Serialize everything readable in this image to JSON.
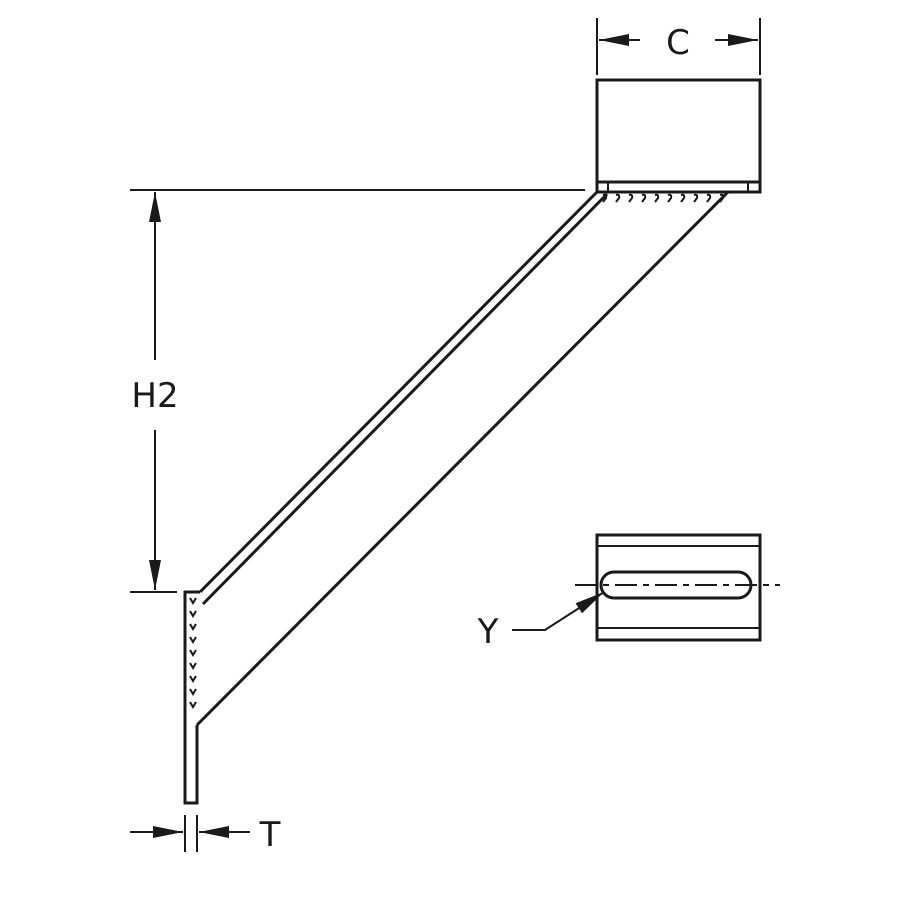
{
  "diagram": {
    "labels": {
      "width_dimension": "C",
      "height_dimension": "H2",
      "thickness_dimension": "T",
      "slot_callout": "Y"
    },
    "colors": {
      "line": "#1a1a1a",
      "background": "#ffffff"
    }
  }
}
